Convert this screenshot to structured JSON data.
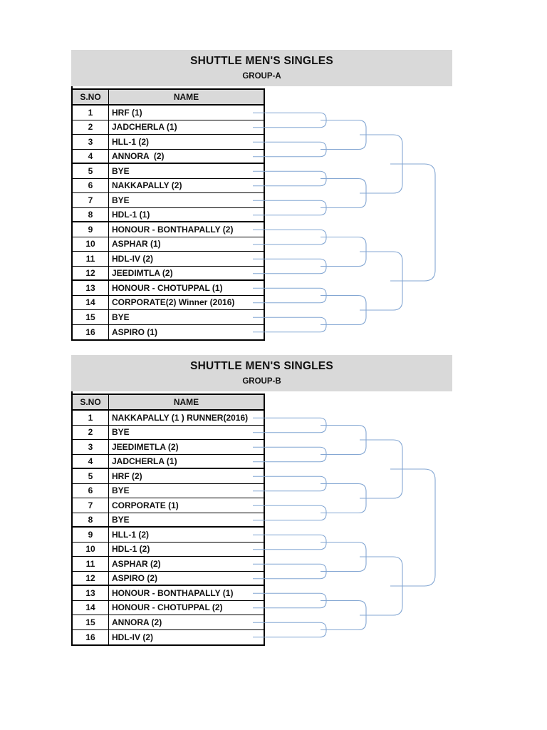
{
  "document": {
    "colors": {
      "page_background": "#ffffff",
      "header_fill": "#d9d9d9",
      "border": "#000000",
      "bracket_line": "#84a7d3"
    },
    "groups": [
      {
        "title": "SHUTTLE MEN'S SINGLES",
        "group_label": "GROUP-A",
        "columns": {
          "sno": "S.NO",
          "name": "NAME"
        },
        "bracket": {
          "type": "single-elimination",
          "rounds": 4,
          "players": 16
        },
        "entries": [
          {
            "sno": "1",
            "name": "HRF (1)"
          },
          {
            "sno": "2",
            "name": "JADCHERLA (1)"
          },
          {
            "sno": "3",
            "name": "HLL-1 (2)"
          },
          {
            "sno": "4",
            "name": "ANNORA  (2)"
          },
          {
            "sno": "5",
            "name": "BYE"
          },
          {
            "sno": "6",
            "name": "NAKKAPALLY (2)"
          },
          {
            "sno": "7",
            "name": "BYE"
          },
          {
            "sno": "8",
            "name": "HDL-1 (1)"
          },
          {
            "sno": "9",
            "name": "HONOUR - BONTHAPALLY (2)"
          },
          {
            "sno": "10",
            "name": "ASPHAR (1)"
          },
          {
            "sno": "11",
            "name": "HDL-IV (2)"
          },
          {
            "sno": "12",
            "name": "JEEDIMTLA (2)"
          },
          {
            "sno": "13",
            "name": "HONOUR - CHOTUPPAL (1)"
          },
          {
            "sno": "14",
            "name": "CORPORATE(2) Winner (2016)"
          },
          {
            "sno": "15",
            "name": "BYE"
          },
          {
            "sno": "16",
            "name": "ASPIRO (1)"
          }
        ]
      },
      {
        "title": "SHUTTLE MEN'S SINGLES",
        "group_label": "GROUP-B",
        "columns": {
          "sno": "S.NO",
          "name": "NAME"
        },
        "bracket": {
          "type": "single-elimination",
          "rounds": 4,
          "players": 16
        },
        "entries": [
          {
            "sno": "1",
            "name": "NAKKAPALLY (1 ) RUNNER(2016)"
          },
          {
            "sno": "2",
            "name": "BYE"
          },
          {
            "sno": "3",
            "name": "JEEDIMETLA (2)"
          },
          {
            "sno": "4",
            "name": "JADCHERLA (1)"
          },
          {
            "sno": "5",
            "name": "HRF (2)"
          },
          {
            "sno": "6",
            "name": "BYE"
          },
          {
            "sno": "7",
            "name": "CORPORATE (1)"
          },
          {
            "sno": "8",
            "name": "BYE"
          },
          {
            "sno": "9",
            "name": "HLL-1 (2)"
          },
          {
            "sno": "10",
            "name": "HDL-1 (2)"
          },
          {
            "sno": "11",
            "name": "ASPHAR (2)"
          },
          {
            "sno": "12",
            "name": "ASPIRO (2)"
          },
          {
            "sno": "13",
            "name": "HONOUR - BONTHAPALLY (1)"
          },
          {
            "sno": "14",
            "name": "HONOUR - CHOTUPPAL (2)"
          },
          {
            "sno": "15",
            "name": "ANNORA (2)"
          },
          {
            "sno": "16",
            "name": "HDL-IV (2)"
          }
        ]
      }
    ]
  }
}
